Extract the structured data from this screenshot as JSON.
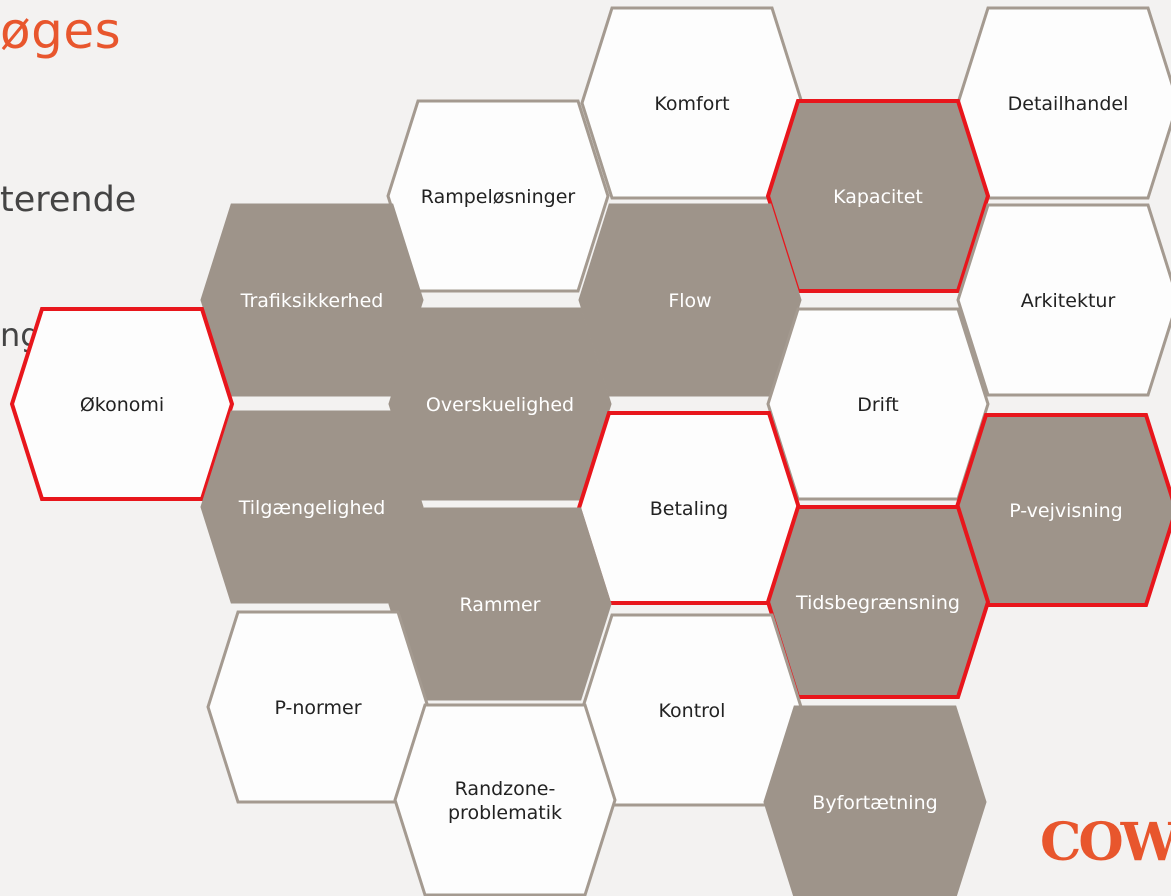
{
  "header": {
    "title": "øges"
  },
  "body_text": {
    "line1": "terende",
    "line2": "ng"
  },
  "logo_text": "COWI",
  "colors": {
    "accent": "#e8562d",
    "hex_gray": "#9e948a",
    "hex_white": "#fdfdfd",
    "hex_outline": "#a49a90",
    "highlight_outline": "#e8161c",
    "text_dark": "#222222",
    "text_light": "#ffffff"
  },
  "hexes": [
    {
      "id": "komfort",
      "lines": [
        "Komfort"
      ],
      "fill": "white",
      "highlight": false
    },
    {
      "id": "detailhandel",
      "lines": [
        "Detailhandel"
      ],
      "fill": "white",
      "highlight": false
    },
    {
      "id": "rampelosninger",
      "lines": [
        "Rampeløsninger"
      ],
      "fill": "white",
      "highlight": false
    },
    {
      "id": "kapacitet",
      "lines": [
        "Kapacitet"
      ],
      "fill": "gray",
      "highlight": true
    },
    {
      "id": "trafiksikkerhed",
      "lines": [
        "Trafiksikkerhed"
      ],
      "fill": "gray",
      "highlight": false
    },
    {
      "id": "flow",
      "lines": [
        "Flow"
      ],
      "fill": "gray",
      "highlight": false
    },
    {
      "id": "arkitektur",
      "lines": [
        "Arkitektur"
      ],
      "fill": "white",
      "highlight": false
    },
    {
      "id": "okonomi",
      "lines": [
        "Økonomi"
      ],
      "fill": "white",
      "highlight": true
    },
    {
      "id": "overskuelighed",
      "lines": [
        "Overskuelighed"
      ],
      "fill": "gray",
      "highlight": false
    },
    {
      "id": "drift",
      "lines": [
        "Drift"
      ],
      "fill": "white",
      "highlight": false
    },
    {
      "id": "tilgaengelighed",
      "lines": [
        "Tilgængelighed"
      ],
      "fill": "gray",
      "highlight": false
    },
    {
      "id": "betaling",
      "lines": [
        "Betaling"
      ],
      "fill": "white",
      "highlight": true
    },
    {
      "id": "p-vejvisning",
      "lines": [
        "P-vejvisning"
      ],
      "fill": "gray",
      "highlight": true
    },
    {
      "id": "rammer",
      "lines": [
        "Rammer"
      ],
      "fill": "gray",
      "highlight": false
    },
    {
      "id": "tidsbegraensning",
      "lines": [
        "Tidsbegrænsning"
      ],
      "fill": "gray",
      "highlight": true
    },
    {
      "id": "p-normer",
      "lines": [
        "P-normer"
      ],
      "fill": "white",
      "highlight": false
    },
    {
      "id": "kontrol",
      "lines": [
        "Kontrol"
      ],
      "fill": "white",
      "highlight": false
    },
    {
      "id": "randzone",
      "lines": [
        "Randzone-",
        "problematik"
      ],
      "fill": "white",
      "highlight": false
    },
    {
      "id": "byfortaetning",
      "lines": [
        "Byfortætning"
      ],
      "fill": "gray",
      "highlight": false
    }
  ]
}
